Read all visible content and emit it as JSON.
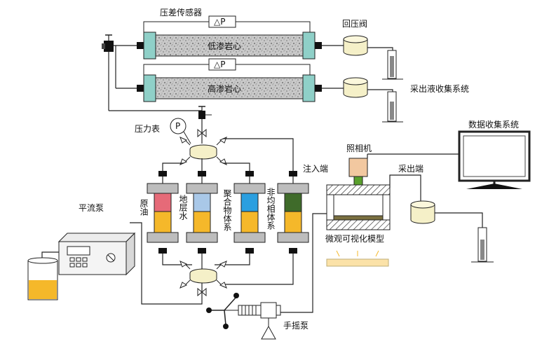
{
  "labels": {
    "pressure_sensor": "压差传感器",
    "delta_p_1": "△P",
    "delta_p_2": "△P",
    "back_pressure_valve": "回压阀",
    "low_perm_core": "低渗岩心",
    "high_perm_core": "高渗岩心",
    "liquid_collection": "采出液收集系统",
    "pressure_gauge": "压力表",
    "gauge_symbol": "P",
    "injection_end": "注入端",
    "camera": "照相机",
    "data_collection": "数据收集系统",
    "outlet_end": "采出端",
    "constant_flow_pump": "平流泵",
    "crude_oil": "原油",
    "formation_water": "地层水",
    "polymer_system": "聚合物体系",
    "heterogeneous_system": "非均相体系",
    "micro_model": "微观可视化模型",
    "hand_pump": "手摇泵"
  },
  "colors": {
    "core_end": "#8fd0c8",
    "oil": "#e66a78",
    "water": "#a9c8e8",
    "polymer": "#2a9fe0",
    "hetero": "#3f6b2a",
    "yellow": "#f5b82a",
    "camera": "#f2c8a0",
    "camera_lens": "#5aa02c",
    "light": "#fbe2a8"
  }
}
